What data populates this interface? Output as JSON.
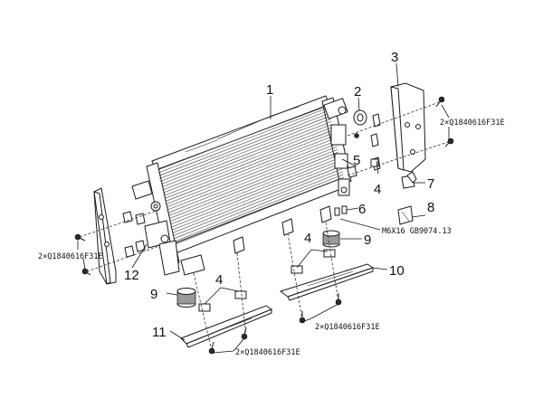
{
  "callouts": {
    "c1": "1",
    "c2": "2",
    "c3": "3",
    "c4a": "4",
    "c4b": "4",
    "c4c": "4",
    "c5": "5",
    "c6": "6",
    "c7": "7",
    "c8": "8",
    "c9a": "9",
    "c9b": "9",
    "c10": "10",
    "c11": "11",
    "c12": "12"
  },
  "specs": {
    "bolt_top_right": "2×Q1840616F31E",
    "bolt_left": "2×Q1840616F31E",
    "bolt_bottom_right": "2×Q1840616F31E",
    "bolt_bottom_center": "2×Q1840616F31E",
    "screw_m6": "M6X16 GB9074.13"
  }
}
